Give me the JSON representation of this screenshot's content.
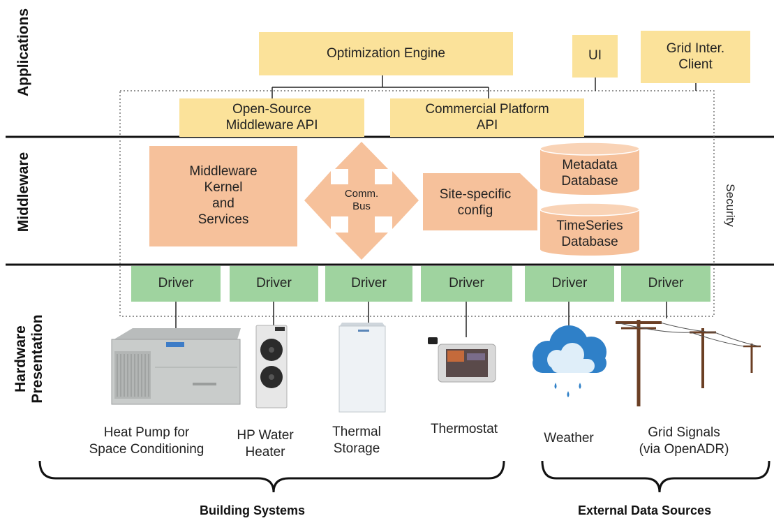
{
  "layers": {
    "applications": "Applications",
    "middleware": "Middleware",
    "hardware_line1": "Hardware",
    "hardware_line2": "Presentation"
  },
  "applications": {
    "optimization_engine": "Optimization Engine",
    "ui": "UI",
    "grid_client_line1": "Grid Inter.",
    "grid_client_line2": "Client",
    "open_source_api_line1": "Open-Source",
    "open_source_api_line2": "Middleware API",
    "commercial_api_line1": "Commercial Platform",
    "commercial_api_line2": "API"
  },
  "middleware": {
    "kernel_lines": [
      "Middleware",
      "Kernel",
      "and",
      "Services"
    ],
    "bus_line1": "Comm.",
    "bus_line2": "Bus",
    "config_line1": "Site-specific",
    "config_line2": "config",
    "metadata_line1": "Metadata",
    "metadata_line2": "Database",
    "timeseries_line1": "TimeSeries",
    "timeseries_line2": "Database",
    "security": "Security"
  },
  "drivers": [
    "Driver",
    "Driver",
    "Driver",
    "Driver",
    "Driver",
    "Driver"
  ],
  "devices": {
    "heat_pump_line1": "Heat Pump for",
    "heat_pump_line2": "Space Conditioning",
    "water_heater_line1": "HP Water",
    "water_heater_line2": "Heater",
    "thermal_line1": "Thermal",
    "thermal_line2": "Storage",
    "thermostat": "Thermostat",
    "weather": "Weather",
    "grid_line1": "Grid Signals",
    "grid_line2": "(via OpenADR)"
  },
  "groups": {
    "building": "Building Systems",
    "external": "External Data Sources"
  },
  "colors": {
    "app_box": "#fbe29a",
    "middleware_box": "#f6c19b",
    "driver_box": "#9fd39f"
  }
}
